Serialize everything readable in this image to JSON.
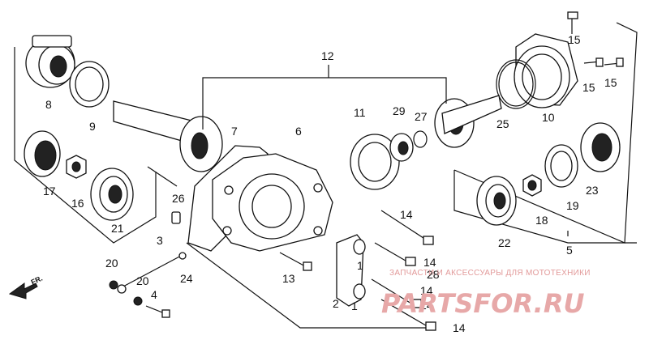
{
  "callouts": [
    "1",
    "1",
    "2",
    "3",
    "4",
    "5",
    "6",
    "7",
    "8",
    "9",
    "10",
    "11",
    "12",
    "13",
    "14",
    "14",
    "14",
    "14",
    "14",
    "15",
    "15",
    "15",
    "16",
    "17",
    "18",
    "19",
    "20",
    "20",
    "21",
    "22",
    "23",
    "24",
    "25",
    "26",
    "27",
    "28",
    "29"
  ],
  "fr_label": "FR.",
  "watermark": {
    "tagline": "ЗАПЧАСТИ И АКСЕССУАРЫ ДЛЯ МОТОТЕХНИКИ",
    "brand": "PARTSFOR.RU"
  }
}
